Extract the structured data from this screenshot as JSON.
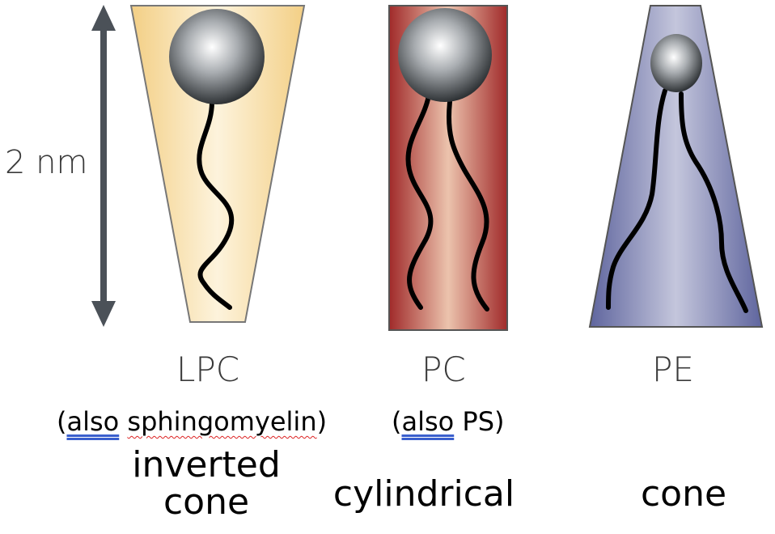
{
  "scale": {
    "label": "2 nm"
  },
  "lipids": [
    {
      "name": "LPC",
      "note_open": "(",
      "note_word1": "also",
      "note_space": " ",
      "note_word2": "sphingomyelin",
      "note_close": ")",
      "shape": "inverted cone",
      "shape_line1": "inverted",
      "shape_line2": "cone",
      "color": "#f6d690"
    },
    {
      "name": "PC",
      "note_open": "(",
      "note_word1": "also",
      "note_rest": " PS)",
      "shape": "cylindrical",
      "color": "#a8312f"
    },
    {
      "name": "PE",
      "shape": "cone",
      "color": "#6e73a8"
    }
  ],
  "colors": {
    "arrow": "#4b5158",
    "outline": "#555555",
    "tail": "#000000",
    "head": "#9aa0a4"
  }
}
